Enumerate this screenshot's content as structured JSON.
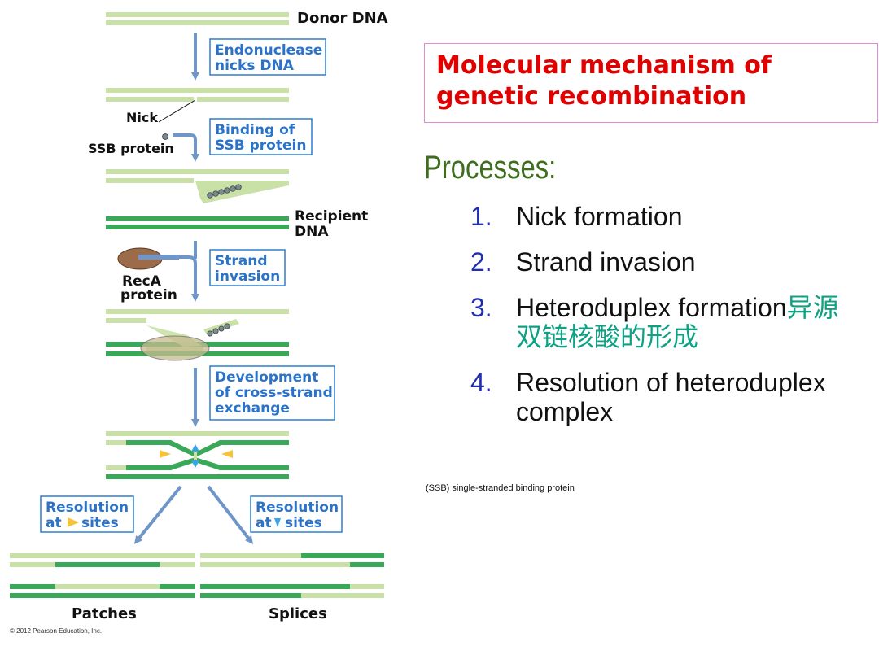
{
  "diagram": {
    "labels": {
      "donor": "Donor DNA",
      "nick": "Nick",
      "ssb": "SSB protein",
      "recipient_line1": "Recipient",
      "recipient_line2": "DNA",
      "reca_line1": "RecA",
      "reca_line2": "protein",
      "patches": "Patches",
      "splices": "Splices",
      "copyright": "© 2012 Pearson Education, Inc."
    },
    "steps": {
      "endonuclease_line1": "Endonuclease",
      "endonuclease_line2": "nicks DNA",
      "binding_line1": "Binding of",
      "binding_line2": "SSB protein",
      "strand_line1": "Strand",
      "strand_line2": "invasion",
      "development_line1": "Development",
      "development_line2": "of cross-strand",
      "development_line3": "exchange",
      "resolution_line1": "Resolution",
      "resolution_line2_at": "at",
      "resolution_line2_sites": "sites"
    },
    "colors": {
      "dna_light": "#c9e1a6",
      "dna_dark": "#3aa859",
      "arrow_blue": "#6f96c9",
      "step_blue": "#2a73c9",
      "marker_yellow": "#f5c23c",
      "marker_blue": "#3aa3e6"
    }
  },
  "slide": {
    "title_line1": "Molecular mechanism of",
    "title_line2": "genetic recombination",
    "heading": "Processes:",
    "items": [
      {
        "num": "1.",
        "text": "Nick formation",
        "cn": ""
      },
      {
        "num": "2.",
        "text": "Strand invasion",
        "cn": ""
      },
      {
        "num": "3.",
        "text": "Heteroduplex formation",
        "cn": "异源双链核酸的形成"
      },
      {
        "num": "4.",
        "text": "Resolution of heteroduplex complex",
        "cn": ""
      }
    ],
    "footnote": "(SSB) single-stranded binding protein"
  }
}
